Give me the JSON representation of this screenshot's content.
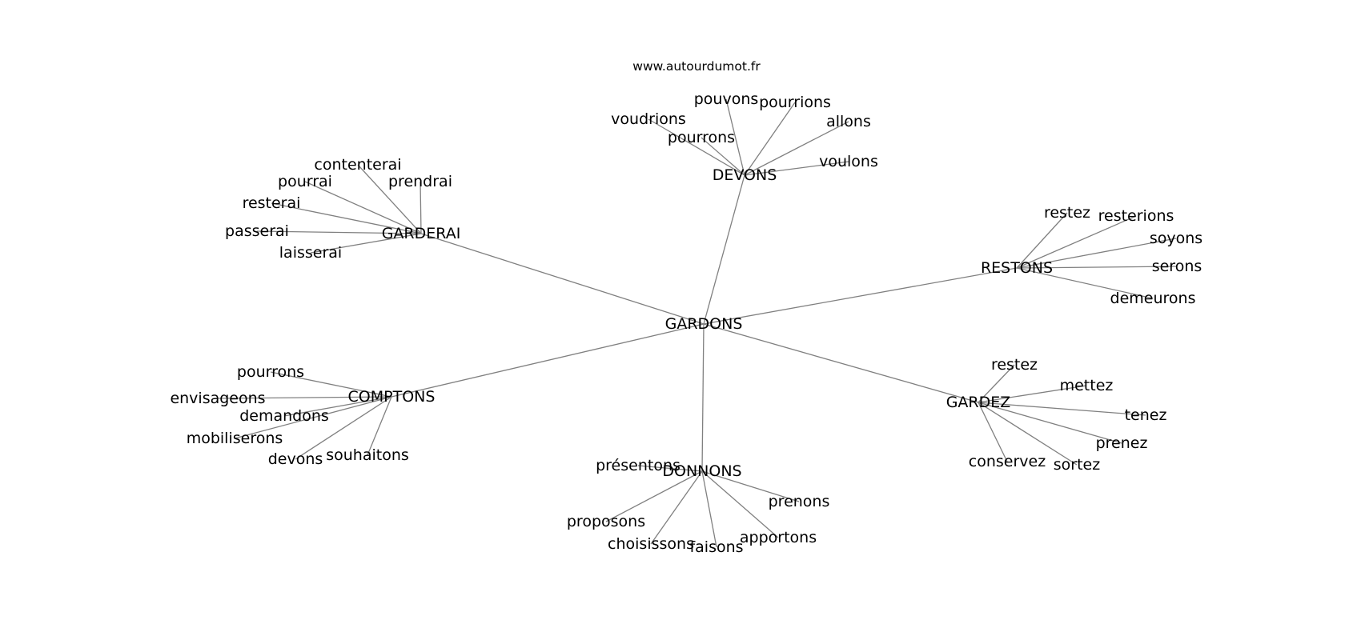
{
  "source_label": "www.autourdumot.fr",
  "graph": {
    "center": "GARDONS",
    "groups": [
      {
        "hub": "DEVONS",
        "leaves": [
          "pouvons",
          "pourrions",
          "voudrions",
          "allons",
          "pourrons",
          "voulons"
        ]
      },
      {
        "hub": "GARDERAI",
        "leaves": [
          "contenterai",
          "pourrai",
          "prendrai",
          "resterai",
          "passerai",
          "laisserai"
        ]
      },
      {
        "hub": "RESTONS",
        "leaves": [
          "restez",
          "resterions",
          "soyons",
          "serons",
          "demeurons"
        ]
      },
      {
        "hub": "COMPTONS",
        "leaves": [
          "pourrons",
          "envisageons",
          "demandons",
          "mobiliserons",
          "devons",
          "souhaitons"
        ]
      },
      {
        "hub": "GARDEZ",
        "leaves": [
          "restez",
          "mettez",
          "tenez",
          "prenez",
          "conservez",
          "sortez"
        ]
      },
      {
        "hub": "DONNONS",
        "leaves": [
          "présentons",
          "prenons",
          "proposons",
          "apportons",
          "choisissons",
          "faisons"
        ]
      }
    ]
  }
}
